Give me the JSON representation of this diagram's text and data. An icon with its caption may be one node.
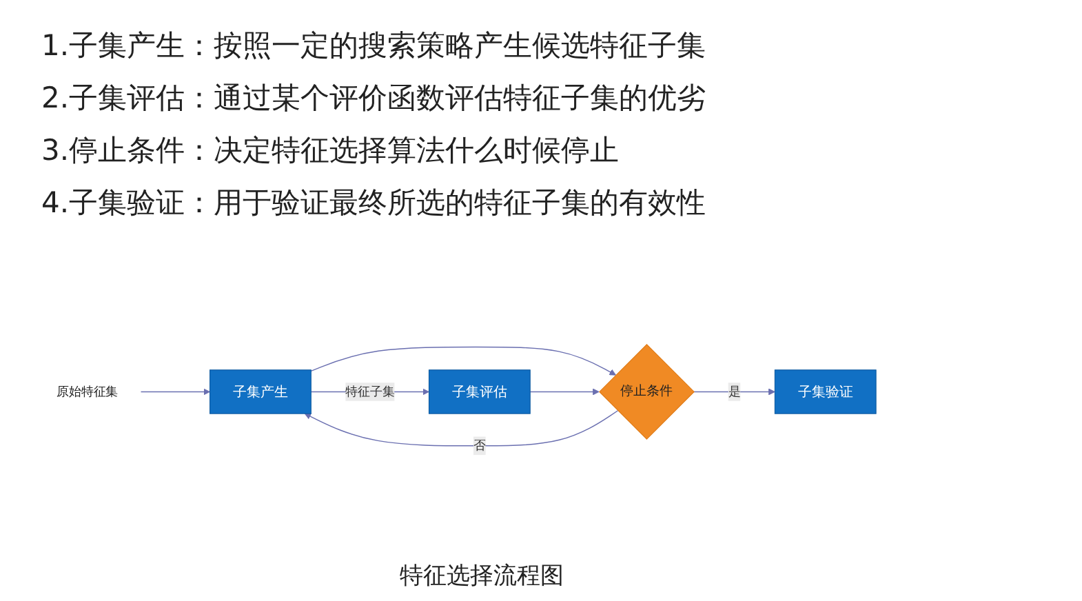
{
  "diagram": {
    "caption": "特征选择流程图",
    "nodes": [
      {
        "text": [
          "原始特征集"
        ]
      },
      {
        "text": [
          "子集产生"
        ]
      },
      {
        "text": [
          "子集评估"
        ]
      },
      {
        "text": [
          "停止条件"
        ]
      },
      {
        "text": [
          "子集验证"
        ]
      }
    ],
    "edges": [
      {
        "from": 0,
        "to": 1,
        "arrow": "to"
      },
      {
        "from": 1,
        "to": 2,
        "arrow": "to",
        "label": "特征子集"
      },
      {
        "from": 1,
        "to": 3,
        "arrow": "to"
      },
      {
        "from": 2,
        "to": 3,
        "arrow": "to"
      },
      {
        "from": 3,
        "to": 1,
        "arrow": "to",
        "label": "否"
      },
      {
        "from": 3,
        "to": 4,
        "arrow": "to",
        "label": "是"
      }
    ],
    "labels": [
      "1.子集产生：按照一定的搜索策略产生候选特征子集",
      "2.子集评估：通过某个评价函数评估特征子集的优劣",
      "3.停止条件：决定特征选择算法什么时候停止",
      "4.子集验证：用于验证最终所选的特征子集的有效性"
    ]
  }
}
